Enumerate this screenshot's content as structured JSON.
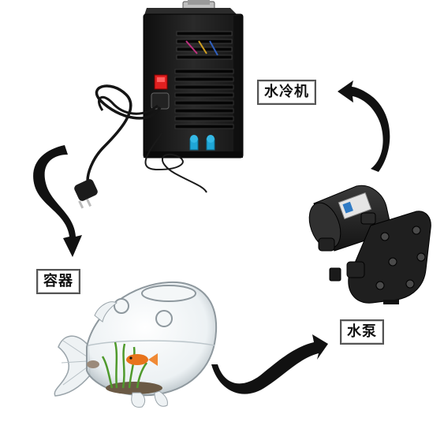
{
  "labels": {
    "chiller": "水冷机",
    "container": "容器",
    "pump": "水泵"
  },
  "colors": {
    "arrow": "#111111",
    "chiller_body": "#1b1b1b",
    "power_switch": "#d81b1b",
    "nozzle": "#1fa6d6",
    "pump_body": "#262626",
    "glass": "#cfd6da",
    "fish": "#e8731c",
    "plant": "#4f9a2c"
  },
  "icons": [
    "water-chiller-icon",
    "water-pump-icon",
    "fish-bowl-container-icon",
    "curved-arrow-icon"
  ]
}
